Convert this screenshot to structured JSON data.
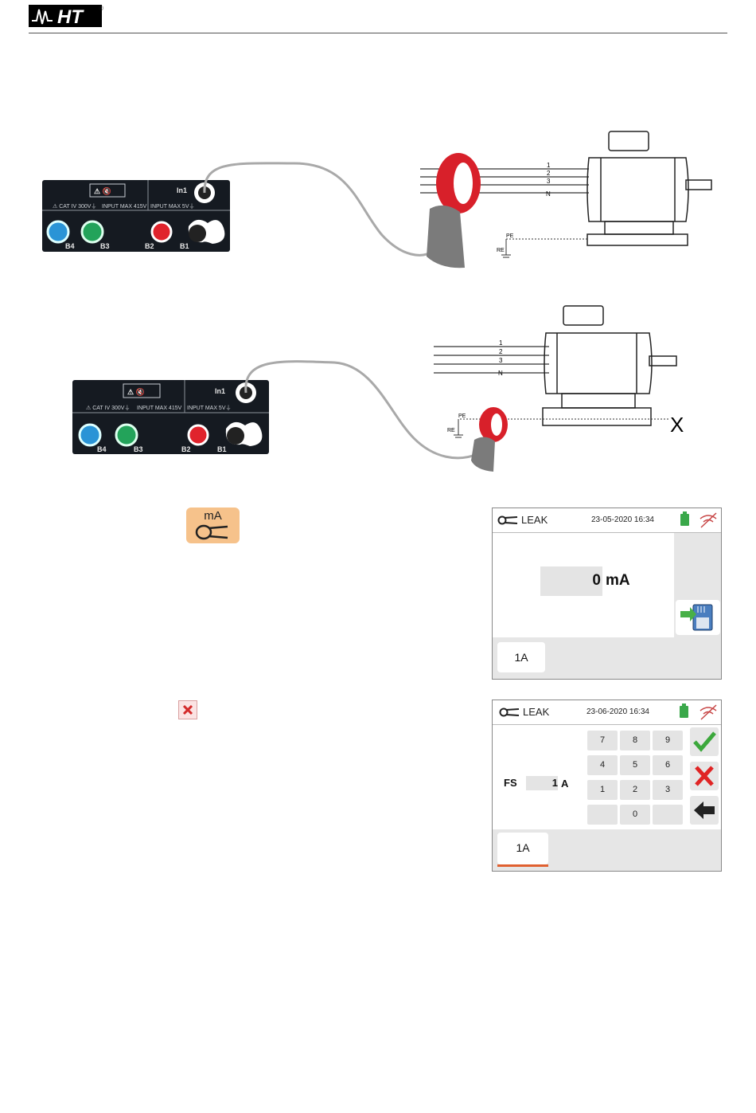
{
  "header": {
    "brand": "HT",
    "registered": "®"
  },
  "diagram1": {
    "panel": {
      "warning": "⚠ 🔇",
      "cat_label": "⚠ CAT IV 300V⏚",
      "input_max": "INPUT MAX 415V",
      "input_in1": "INPUT MAX 5V⏚",
      "in1_label": "In1",
      "terminals": [
        "B4",
        "B3",
        "B2",
        "B1"
      ]
    },
    "lines": [
      "1",
      "2",
      "3",
      "N"
    ],
    "pe": "PE",
    "re": "RE"
  },
  "diagram2": {
    "panel": {
      "warning": "⚠ 🔇",
      "cat_label": "⚠ CAT IV 300V⏚",
      "input_max": "INPUT MAX 415V",
      "input_in1": "INPUT MAX 5V⏚",
      "in1_label": "In1",
      "terminals": [
        "B4",
        "B3",
        "B2",
        "B1"
      ]
    },
    "lines": [
      "1",
      "2",
      "3",
      "N"
    ],
    "pe": "PE",
    "re": "RE",
    "cut": "X"
  },
  "mode_icon": {
    "label": "mA"
  },
  "screen1": {
    "title": "LEAK",
    "datetime": "23-05-2020  16:34",
    "value": "0",
    "unit": "mA",
    "tab": "1A"
  },
  "screen2": {
    "title": "LEAK",
    "datetime": "23-06-2020  16:34",
    "fs_label": "FS",
    "fs_value": "1",
    "fs_unit": "A",
    "keys": [
      "7",
      "8",
      "9",
      "4",
      "5",
      "6",
      "1",
      "2",
      "3",
      "",
      "0",
      ""
    ],
    "tab": "1A"
  },
  "colors": {
    "clamp_red": "#d8202a",
    "clamp_grey": "#7b7b7b",
    "battery": "#3aa84a",
    "accent_orange": "#f6c28b",
    "tab_underline": "#e06030"
  }
}
